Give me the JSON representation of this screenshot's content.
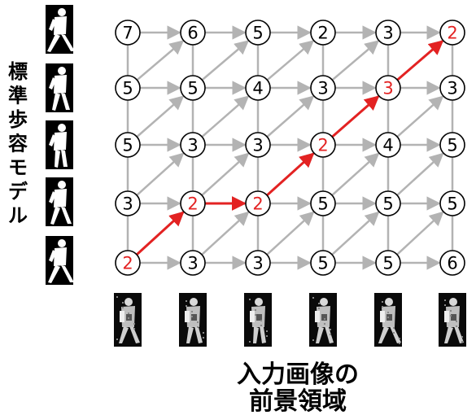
{
  "vertical_label": "標準歩容モデル",
  "caption_line1": "入力画像の",
  "caption_line2": "前景領域",
  "colors": {
    "edge": "#b3b3b3",
    "path": "#e32222",
    "node_stroke": "#000000",
    "node_fill": "#ffffff",
    "text": "#000000",
    "highlight_text": "#e32222"
  },
  "grid": {
    "columns": 6,
    "rows": 5,
    "node_values": [
      [
        "7",
        "6",
        "5",
        "2",
        "3",
        "2"
      ],
      [
        "5",
        "5",
        "4",
        "3",
        "3",
        "3"
      ],
      [
        "5",
        "3",
        "3",
        "2",
        "4",
        "5"
      ],
      [
        "3",
        "2",
        "2",
        "5",
        "5",
        "5"
      ],
      [
        "2",
        "3",
        "3",
        "5",
        "5",
        "6"
      ]
    ],
    "optimal_path": [
      [
        4,
        0
      ],
      [
        3,
        1
      ],
      [
        3,
        2
      ],
      [
        2,
        3
      ],
      [
        1,
        4
      ],
      [
        0,
        5
      ]
    ]
  },
  "model_images": [
    "walking-silhouette-1",
    "walking-silhouette-2",
    "walking-silhouette-3",
    "walking-silhouette-4",
    "walking-silhouette-5"
  ],
  "foreground_images": [
    "foreground-frame-1",
    "foreground-frame-2",
    "foreground-frame-3",
    "foreground-frame-4",
    "foreground-frame-5",
    "foreground-frame-6"
  ]
}
